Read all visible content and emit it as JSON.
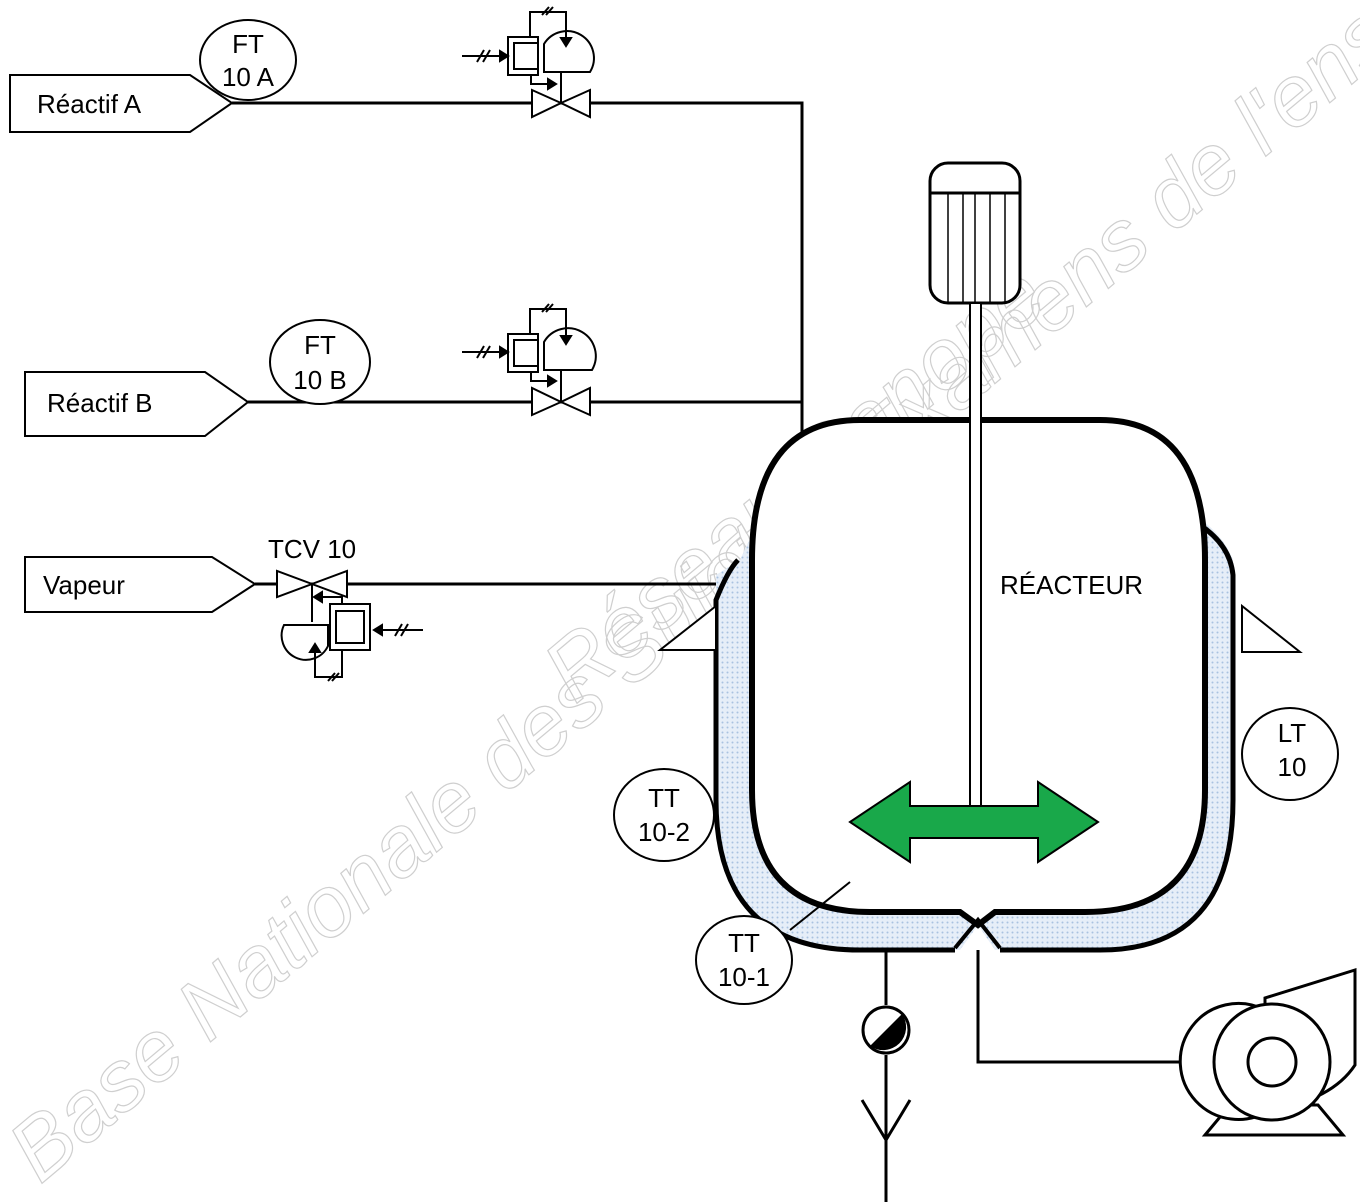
{
  "sources": {
    "a": "Réactif A",
    "b": "Réactif B",
    "steam": "Vapeur"
  },
  "instruments": {
    "ft10a": {
      "line1": "FT",
      "line2": "10 A"
    },
    "ft10b": {
      "line1": "FT",
      "line2": "10 B"
    },
    "lt10": {
      "line1": "LT",
      "line2": "10"
    },
    "tt102": {
      "line1": "TT",
      "line2": "10-2"
    },
    "tt101": {
      "line1": "TT",
      "line2": "10-1"
    }
  },
  "valves": {
    "tcv10": "TCV 10"
  },
  "reactor": {
    "label": "RÉACTEUR"
  },
  "watermark": {
    "line1": "Base Nationale des Sujets d'Examens de l'enseignement professionnel",
    "line2": "Réseau Canopé"
  },
  "colors": {
    "agitator": "#19a84a",
    "jacket_fill": "#dce8f5",
    "line": "#000000"
  }
}
